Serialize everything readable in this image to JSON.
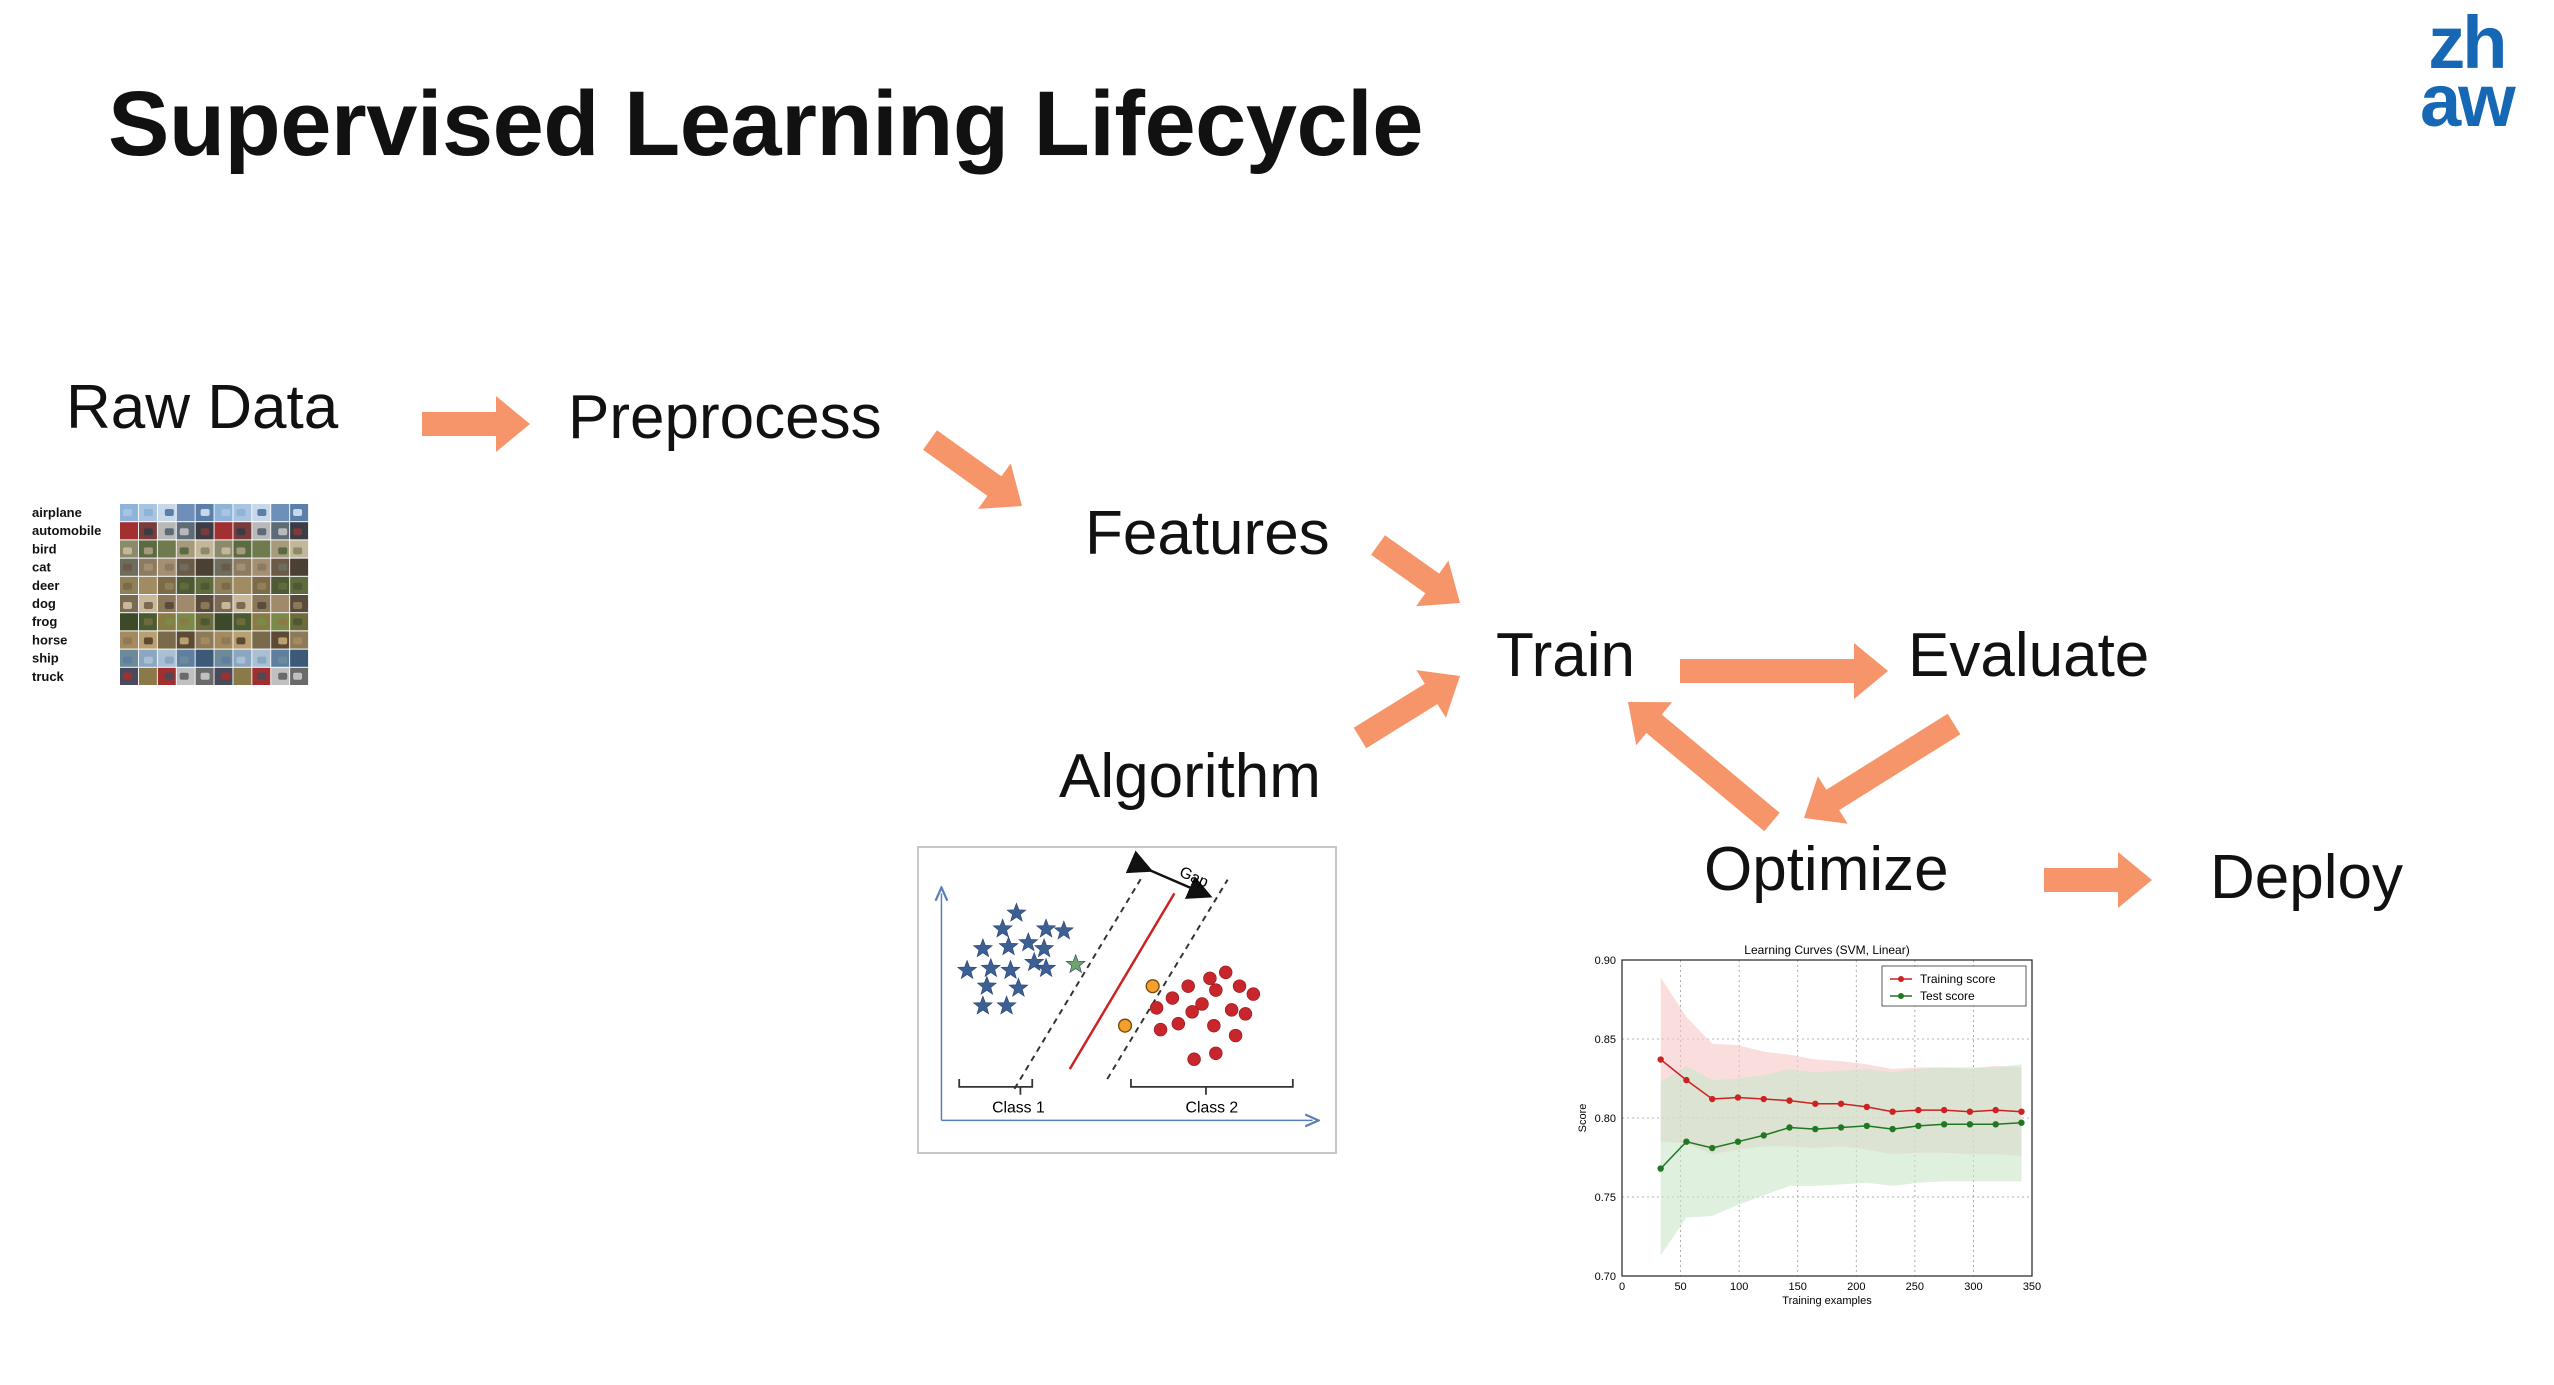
{
  "title": "Supervised Learning Lifecycle",
  "logo": {
    "line1": "zh",
    "line2": "aw",
    "color": "#1667b4"
  },
  "accent_color": "#f59569",
  "nodes": {
    "raw_data": "Raw Data",
    "preprocess": "Preprocess",
    "features": "Features",
    "algorithm": "Algorithm",
    "train": "Train",
    "evaluate": "Evaluate",
    "optimize": "Optimize",
    "deploy": "Deploy"
  },
  "cifar_panel": {
    "classes": [
      "airplane",
      "automobile",
      "bird",
      "cat",
      "deer",
      "dog",
      "frog",
      "horse",
      "ship",
      "truck"
    ],
    "images_per_class": 10
  },
  "svm_panel": {
    "class1_label": "Class 1",
    "class2_label": "Class 2",
    "gap_label": "Gap"
  },
  "chart_data": {
    "type": "line",
    "title": "Learning Curves (SVM, Linear)",
    "xlabel": "Training examples",
    "ylabel": "Score",
    "xlim": [
      0,
      350
    ],
    "ylim": [
      0.7,
      0.9
    ],
    "xticks": [
      "0",
      "50",
      "100",
      "150",
      "200",
      "250",
      "300",
      "350"
    ],
    "yticks": [
      "0.70",
      "0.75",
      "0.80",
      "0.85",
      "0.90"
    ],
    "grid": true,
    "legend": "top-right",
    "x": [
      33,
      55,
      77,
      99,
      121,
      143,
      165,
      187,
      209,
      231,
      253,
      275,
      297,
      319,
      341
    ],
    "series": [
      {
        "name": "Training score",
        "color": "#cc2222",
        "band_color": "#f6c8c8",
        "values": [
          0.837,
          0.824,
          0.812,
          0.813,
          0.812,
          0.811,
          0.809,
          0.809,
          0.807,
          0.804,
          0.805,
          0.805,
          0.804,
          0.805,
          0.804
        ],
        "std": [
          0.052,
          0.04,
          0.035,
          0.033,
          0.03,
          0.029,
          0.028,
          0.027,
          0.027,
          0.027,
          0.027,
          0.027,
          0.027,
          0.028,
          0.028
        ]
      },
      {
        "name": "Test score",
        "color": "#227722",
        "band_color": "#c9e6c9",
        "values": [
          0.768,
          0.785,
          0.781,
          0.785,
          0.789,
          0.794,
          0.793,
          0.794,
          0.795,
          0.793,
          0.795,
          0.796,
          0.796,
          0.796,
          0.797
        ],
        "std": [
          0.055,
          0.048,
          0.043,
          0.04,
          0.038,
          0.037,
          0.036,
          0.036,
          0.036,
          0.036,
          0.036,
          0.036,
          0.036,
          0.036,
          0.037
        ]
      }
    ]
  }
}
